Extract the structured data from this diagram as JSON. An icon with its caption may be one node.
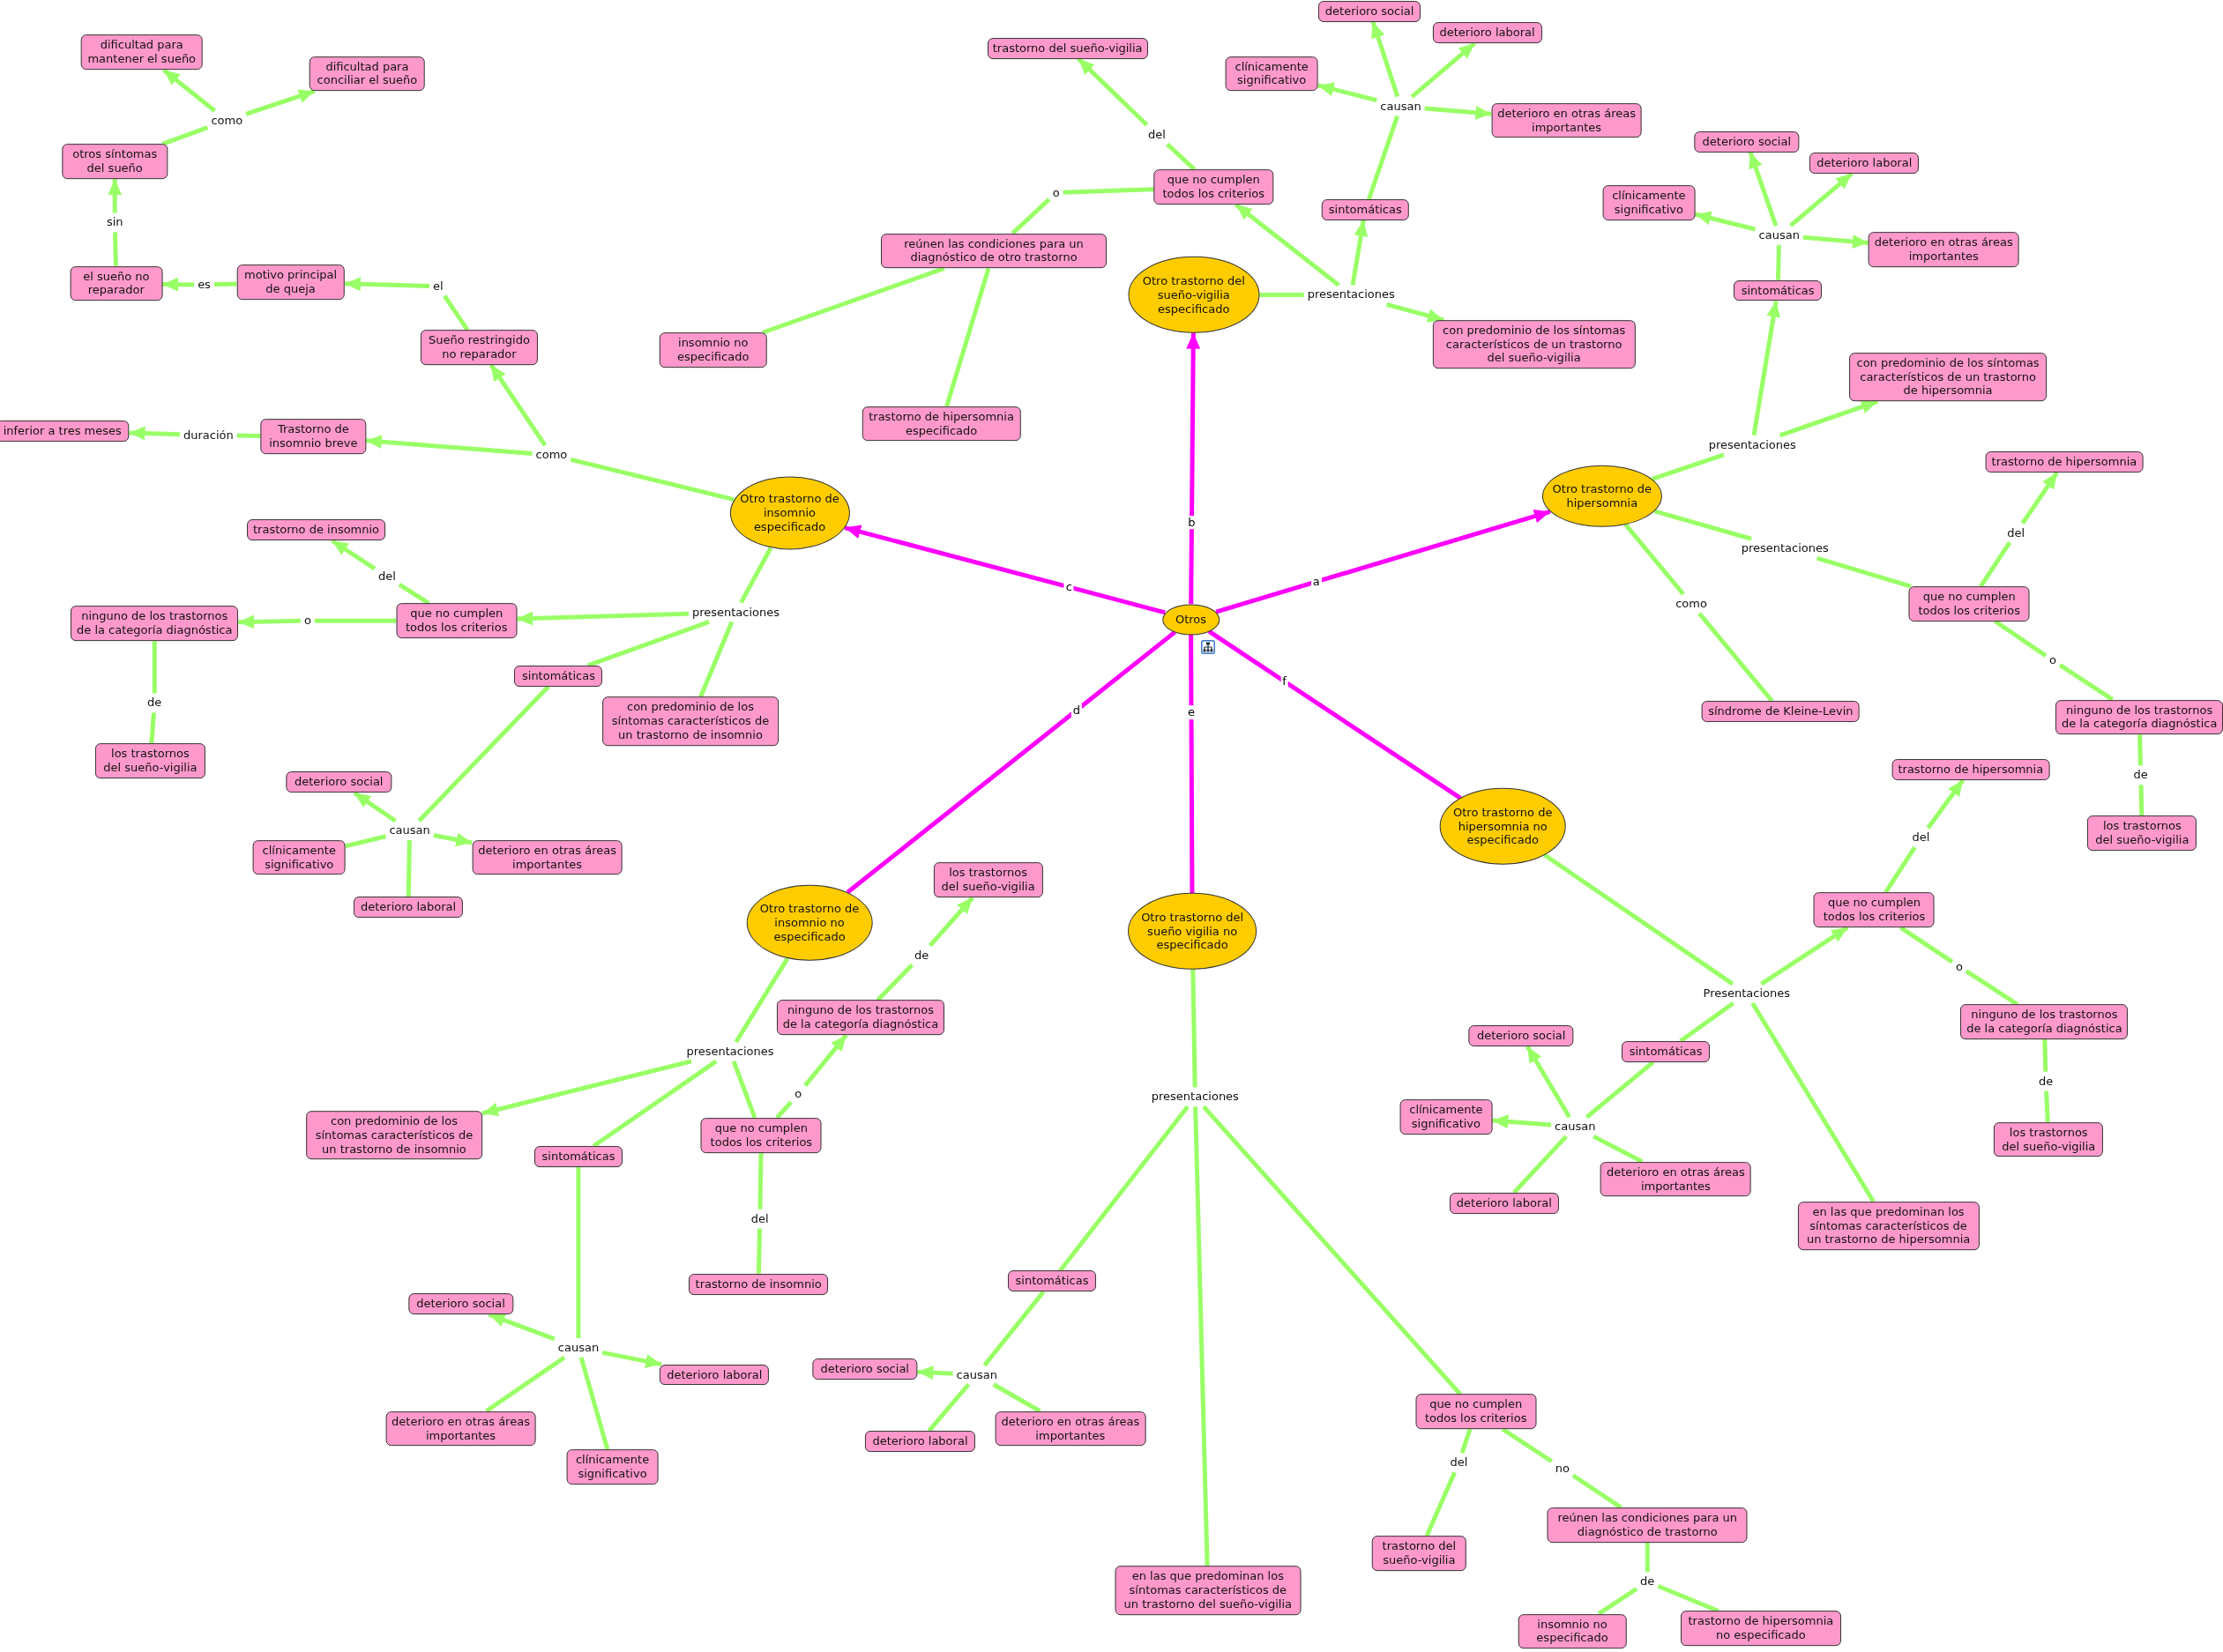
{
  "diagram": {
    "nodes": [
      {
        "text": [
          "Otros"
        ]
      },
      {
        "text": [
          "Otro trastorno de hipersomnia"
        ]
      },
      {
        "text": [
          "Otro trastorno del sueño-vigilia especificado"
        ]
      },
      {
        "text": [
          "Otro trastorno de insomnio especificado"
        ]
      },
      {
        "text": [
          "Otro trastorno de insomnio no especificado"
        ]
      },
      {
        "text": [
          "Otro trastorno del sueño vigilia no especificado"
        ]
      },
      {
        "text": [
          "Otro trastorno de hipersomnia no especificado"
        ]
      },
      {
        "text": [
          "presentaciones"
        ]
      },
      {
        "text": [
          "que no cumplen todos los criterios"
        ]
      },
      {
        "text": [
          "del"
        ]
      },
      {
        "text": [
          "trastorno del sueño-vigilia"
        ]
      },
      {
        "text": [
          "o"
        ]
      },
      {
        "text": [
          "reúnen las condiciones para un diagnóstico de otro trastorno"
        ]
      },
      {
        "text": [
          "insomnio no especificado"
        ]
      },
      {
        "text": [
          "trastorno de hipersomnia especificado"
        ]
      },
      {
        "text": [
          "sintomáticas"
        ]
      },
      {
        "text": [
          "causan"
        ]
      },
      {
        "text": [
          "deterioro social"
        ]
      },
      {
        "text": [
          "deterioro laboral"
        ]
      },
      {
        "text": [
          "clínicamente significativo"
        ]
      },
      {
        "text": [
          "deterioro en otras áreas importantes"
        ]
      },
      {
        "text": [
          "con predominio de los síntomas característicos de un trastorno del sueño-vigilia"
        ]
      },
      {
        "text": [
          "presentaciones"
        ]
      },
      {
        "text": [
          "sintomáticas"
        ]
      },
      {
        "text": [
          "causan"
        ]
      },
      {
        "text": [
          "deterioro social"
        ]
      },
      {
        "text": [
          "deterioro laboral"
        ]
      },
      {
        "text": [
          "clínicamente significativo"
        ]
      },
      {
        "text": [
          "deterioro en otras áreas importantes"
        ]
      },
      {
        "text": [
          "con predominio de los síntomas característicos de un trastorno de hipersomnia"
        ]
      },
      {
        "text": [
          "presentaciones"
        ]
      },
      {
        "text": [
          "que no cumplen todos los criterios"
        ]
      },
      {
        "text": [
          "del"
        ]
      },
      {
        "text": [
          "trastorno de hipersomnia"
        ]
      },
      {
        "text": [
          "o"
        ]
      },
      {
        "text": [
          "ninguno de los trastornos de la categoría diagnóstica"
        ]
      },
      {
        "text": [
          "de"
        ]
      },
      {
        "text": [
          "los trastornos del sueño-vigilia"
        ]
      },
      {
        "text": [
          "como"
        ]
      },
      {
        "text": [
          "síndrome de Kleine-Levin"
        ]
      },
      {
        "text": [
          "como"
        ]
      },
      {
        "text": [
          "Sueño restringido no reparador"
        ]
      },
      {
        "text": [
          "el"
        ]
      },
      {
        "text": [
          "motivo principal de queja"
        ]
      },
      {
        "text": [
          "es"
        ]
      },
      {
        "text": [
          "el sueño no reparador"
        ]
      },
      {
        "text": [
          "sin"
        ]
      },
      {
        "text": [
          "otros síntomas del sueño"
        ]
      },
      {
        "text": [
          "como"
        ]
      },
      {
        "text": [
          "dificultad para mantener el sueño"
        ]
      },
      {
        "text": [
          "dificultad para conciliar el sueño"
        ]
      },
      {
        "text": [
          "Trastorno de insomnio breve"
        ]
      },
      {
        "text": [
          "duración"
        ]
      },
      {
        "text": [
          "inferior a tres meses"
        ]
      },
      {
        "text": [
          "presentaciones"
        ]
      },
      {
        "text": [
          "que no cumplen todos los criterios"
        ]
      },
      {
        "text": [
          "del"
        ]
      },
      {
        "text": [
          "trastorno de insomnio"
        ]
      },
      {
        "text": [
          "o"
        ]
      },
      {
        "text": [
          "ninguno de los trastornos de la categoría diagnóstica"
        ]
      },
      {
        "text": [
          "de"
        ]
      },
      {
        "text": [
          "los trastornos del sueño-vigilia"
        ]
      },
      {
        "text": [
          "sintomáticas"
        ]
      },
      {
        "text": [
          "causan"
        ]
      },
      {
        "text": [
          "deterioro social"
        ]
      },
      {
        "text": [
          "clínicamente significativo"
        ]
      },
      {
        "text": [
          "deterioro en otras áreas importantes"
        ]
      },
      {
        "text": [
          "deterioro laboral"
        ]
      },
      {
        "text": [
          "con predominio de los síntomas característicos de un trastorno de insomnio"
        ]
      },
      {
        "text": [
          "presentaciones"
        ]
      },
      {
        "text": [
          "con predominio de los síntomas característicos de un trastorno de insomnio"
        ]
      },
      {
        "text": [
          "sintomáticas"
        ]
      },
      {
        "text": [
          "causan"
        ]
      },
      {
        "text": [
          "deterioro social"
        ]
      },
      {
        "text": [
          "deterioro laboral"
        ]
      },
      {
        "text": [
          "deterioro en otras áreas importantes"
        ]
      },
      {
        "text": [
          "clínicamente significativo"
        ]
      },
      {
        "text": [
          "que no cumplen todos los criterios"
        ]
      },
      {
        "text": [
          "o"
        ]
      },
      {
        "text": [
          "ninguno de los trastornos de la categoría diagnóstica"
        ]
      },
      {
        "text": [
          "de"
        ]
      },
      {
        "text": [
          "los trastornos del sueño-vigilia"
        ]
      },
      {
        "text": [
          "del"
        ]
      },
      {
        "text": [
          "trastorno de insomnio"
        ]
      },
      {
        "text": [
          "presentaciones"
        ]
      },
      {
        "text": [
          "sintomáticas"
        ]
      },
      {
        "text": [
          "causan"
        ]
      },
      {
        "text": [
          "deterioro social"
        ]
      },
      {
        "text": [
          "deterioro laboral"
        ]
      },
      {
        "text": [
          "deterioro en otras áreas importantes"
        ]
      },
      {
        "text": [
          "en las que predominan los síntomas característicos de un trastorno del sueño-vigilia"
        ]
      },
      {
        "text": [
          "que no cumplen todos los criterios"
        ]
      },
      {
        "text": [
          "del"
        ]
      },
      {
        "text": [
          "trastorno del sueño-vigilia"
        ]
      },
      {
        "text": [
          "no"
        ]
      },
      {
        "text": [
          "reúnen las condiciones para un diagnóstico de trastorno"
        ]
      },
      {
        "text": [
          "de"
        ]
      },
      {
        "text": [
          "insomnio no especificado"
        ]
      },
      {
        "text": [
          "trastorno de hipersomnia no especificado"
        ]
      },
      {
        "text": [
          "Presentaciones"
        ]
      },
      {
        "text": [
          "que no cumplen todos los criterios"
        ]
      },
      {
        "text": [
          "del"
        ]
      },
      {
        "text": [
          "trastorno de hipersomnia"
        ]
      },
      {
        "text": [
          "o"
        ]
      },
      {
        "text": [
          "ninguno de los trastornos de la categoría diagnóstica"
        ]
      },
      {
        "text": [
          "de"
        ]
      },
      {
        "text": [
          "los trastornos del sueño-vigilia"
        ]
      },
      {
        "text": [
          "sintomáticas"
        ]
      },
      {
        "text": [
          "causan"
        ]
      },
      {
        "text": [
          "deterioro social"
        ]
      },
      {
        "text": [
          "clínicamente significativo"
        ]
      },
      {
        "text": [
          "deterioro en otras áreas importantes"
        ]
      },
      {
        "text": [
          "deterioro laboral"
        ]
      },
      {
        "text": [
          "en las que predominan los síntomas característicos de un trastorno de hipersomnia"
        ]
      }
    ],
    "edges": [
      {
        "from": 0,
        "to": 1,
        "arrow": "to",
        "label": "a",
        "color": "#ff00ff"
      },
      {
        "from": 0,
        "to": 2,
        "arrow": "to",
        "label": "b",
        "color": "#ff00ff"
      },
      {
        "from": 0,
        "to": 3,
        "arrow": "to",
        "label": "c",
        "color": "#ff00ff"
      },
      {
        "from": 0,
        "to": 4,
        "arrow": "none",
        "label": "d",
        "color": "#ff00ff"
      },
      {
        "from": 0,
        "to": 5,
        "arrow": "none",
        "label": "e",
        "color": "#ff00ff"
      },
      {
        "from": 0,
        "to": 6,
        "arrow": "none",
        "label": "f",
        "color": "#ff00ff"
      },
      {
        "from": 2,
        "to": 7,
        "arrow": "none"
      },
      {
        "from": 7,
        "to": 8,
        "arrow": "to"
      },
      {
        "from": 7,
        "to": 15,
        "arrow": "to"
      },
      {
        "from": 7,
        "to": 21,
        "arrow": "to"
      },
      {
        "from": 8,
        "to": 9,
        "arrow": "none"
      },
      {
        "from": 9,
        "to": 10,
        "arrow": "to"
      },
      {
        "from": 8,
        "to": 11,
        "arrow": "none"
      },
      {
        "from": 11,
        "to": 12,
        "arrow": "none"
      },
      {
        "from": 12,
        "to": 13,
        "arrow": "none"
      },
      {
        "from": 12,
        "to": 14,
        "arrow": "none"
      },
      {
        "from": 15,
        "to": 16,
        "arrow": "none"
      },
      {
        "from": 16,
        "to": 17,
        "arrow": "to"
      },
      {
        "from": 16,
        "to": 18,
        "arrow": "to"
      },
      {
        "from": 16,
        "to": 19,
        "arrow": "to"
      },
      {
        "from": 16,
        "to": 20,
        "arrow": "to"
      },
      {
        "from": 1,
        "to": 22,
        "arrow": "none"
      },
      {
        "from": 22,
        "to": 23,
        "arrow": "to"
      },
      {
        "from": 22,
        "to": 29,
        "arrow": "to"
      },
      {
        "from": 23,
        "to": 24,
        "arrow": "none"
      },
      {
        "from": 24,
        "to": 25,
        "arrow": "to"
      },
      {
        "from": 24,
        "to": 26,
        "arrow": "to"
      },
      {
        "from": 24,
        "to": 27,
        "arrow": "to"
      },
      {
        "from": 24,
        "to": 28,
        "arrow": "to"
      },
      {
        "from": 1,
        "to": 30,
        "arrow": "none"
      },
      {
        "from": 30,
        "to": 31,
        "arrow": "none"
      },
      {
        "from": 31,
        "to": 32,
        "arrow": "none"
      },
      {
        "from": 32,
        "to": 33,
        "arrow": "to"
      },
      {
        "from": 31,
        "to": 34,
        "arrow": "none"
      },
      {
        "from": 34,
        "to": 35,
        "arrow": "none"
      },
      {
        "from": 35,
        "to": 36,
        "arrow": "none"
      },
      {
        "from": 36,
        "to": 37,
        "arrow": "none"
      },
      {
        "from": 1,
        "to": 38,
        "arrow": "none"
      },
      {
        "from": 38,
        "to": 39,
        "arrow": "none"
      },
      {
        "from": 3,
        "to": 40,
        "arrow": "none"
      },
      {
        "from": 40,
        "to": 41,
        "arrow": "to"
      },
      {
        "from": 40,
        "to": 51,
        "arrow": "to"
      },
      {
        "from": 41,
        "to": 42,
        "arrow": "none"
      },
      {
        "from": 42,
        "to": 43,
        "arrow": "to"
      },
      {
        "from": 43,
        "to": 44,
        "arrow": "none"
      },
      {
        "from": 44,
        "to": 45,
        "arrow": "to"
      },
      {
        "from": 45,
        "to": 46,
        "arrow": "none"
      },
      {
        "from": 46,
        "to": 47,
        "arrow": "to"
      },
      {
        "from": 47,
        "to": 48,
        "arrow": "none"
      },
      {
        "from": 48,
        "to": 49,
        "arrow": "to"
      },
      {
        "from": 48,
        "to": 50,
        "arrow": "to"
      },
      {
        "from": 51,
        "to": 52,
        "arrow": "none"
      },
      {
        "from": 52,
        "to": 53,
        "arrow": "to"
      },
      {
        "from": 3,
        "to": 54,
        "arrow": "none"
      },
      {
        "from": 54,
        "to": 55,
        "arrow": "to"
      },
      {
        "from": 54,
        "to": 62,
        "arrow": "none"
      },
      {
        "from": 54,
        "to": 68,
        "arrow": "none"
      },
      {
        "from": 55,
        "to": 56,
        "arrow": "none"
      },
      {
        "from": 56,
        "to": 57,
        "arrow": "to"
      },
      {
        "from": 55,
        "to": 58,
        "arrow": "none"
      },
      {
        "from": 58,
        "to": 59,
        "arrow": "to"
      },
      {
        "from": 59,
        "to": 60,
        "arrow": "none"
      },
      {
        "from": 60,
        "to": 61,
        "arrow": "none"
      },
      {
        "from": 62,
        "to": 63,
        "arrow": "none"
      },
      {
        "from": 63,
        "to": 64,
        "arrow": "to"
      },
      {
        "from": 63,
        "to": 65,
        "arrow": "none"
      },
      {
        "from": 63,
        "to": 66,
        "arrow": "to"
      },
      {
        "from": 63,
        "to": 67,
        "arrow": "none"
      },
      {
        "from": 4,
        "to": 69,
        "arrow": "none"
      },
      {
        "from": 69,
        "to": 70,
        "arrow": "to"
      },
      {
        "from": 69,
        "to": 71,
        "arrow": "none"
      },
      {
        "from": 69,
        "to": 77,
        "arrow": "none"
      },
      {
        "from": 71,
        "to": 72,
        "arrow": "none"
      },
      {
        "from": 72,
        "to": 73,
        "arrow": "to"
      },
      {
        "from": 72,
        "to": 74,
        "arrow": "to"
      },
      {
        "from": 72,
        "to": 75,
        "arrow": "none"
      },
      {
        "from": 72,
        "to": 76,
        "arrow": "none"
      },
      {
        "from": 77,
        "to": 78,
        "arrow": "none"
      },
      {
        "from": 78,
        "to": 79,
        "arrow": "to"
      },
      {
        "from": 79,
        "to": 80,
        "arrow": "none"
      },
      {
        "from": 80,
        "to": 81,
        "arrow": "to"
      },
      {
        "from": 77,
        "to": 82,
        "arrow": "none"
      },
      {
        "from": 82,
        "to": 83,
        "arrow": "none"
      },
      {
        "from": 5,
        "to": 84,
        "arrow": "none"
      },
      {
        "from": 84,
        "to": 85,
        "arrow": "none"
      },
      {
        "from": 84,
        "to": 90,
        "arrow": "none"
      },
      {
        "from": 84,
        "to": 91,
        "arrow": "none"
      },
      {
        "from": 85,
        "to": 86,
        "arrow": "none"
      },
      {
        "from": 86,
        "to": 87,
        "arrow": "to"
      },
      {
        "from": 86,
        "to": 88,
        "arrow": "none"
      },
      {
        "from": 86,
        "to": 89,
        "arrow": "none"
      },
      {
        "from": 91,
        "to": 92,
        "arrow": "none"
      },
      {
        "from": 92,
        "to": 93,
        "arrow": "none"
      },
      {
        "from": 91,
        "to": 94,
        "arrow": "none"
      },
      {
        "from": 94,
        "to": 95,
        "arrow": "none"
      },
      {
        "from": 95,
        "to": 96,
        "arrow": "none"
      },
      {
        "from": 96,
        "to": 97,
        "arrow": "none"
      },
      {
        "from": 96,
        "to": 98,
        "arrow": "none"
      },
      {
        "from": 6,
        "to": 99,
        "arrow": "none"
      },
      {
        "from": 99,
        "to": 100,
        "arrow": "to"
      },
      {
        "from": 99,
        "to": 107,
        "arrow": "none"
      },
      {
        "from": 99,
        "to": 113,
        "arrow": "none"
      },
      {
        "from": 100,
        "to": 101,
        "arrow": "none"
      },
      {
        "from": 101,
        "to": 102,
        "arrow": "to"
      },
      {
        "from": 100,
        "to": 103,
        "arrow": "none"
      },
      {
        "from": 103,
        "to": 104,
        "arrow": "none"
      },
      {
        "from": 104,
        "to": 105,
        "arrow": "none"
      },
      {
        "from": 105,
        "to": 106,
        "arrow": "none"
      },
      {
        "from": 107,
        "to": 108,
        "arrow": "none"
      },
      {
        "from": 108,
        "to": 109,
        "arrow": "to"
      },
      {
        "from": 108,
        "to": 110,
        "arrow": "to"
      },
      {
        "from": 108,
        "to": 111,
        "arrow": "none"
      },
      {
        "from": 108,
        "to": 112,
        "arrow": "none"
      }
    ]
  }
}
